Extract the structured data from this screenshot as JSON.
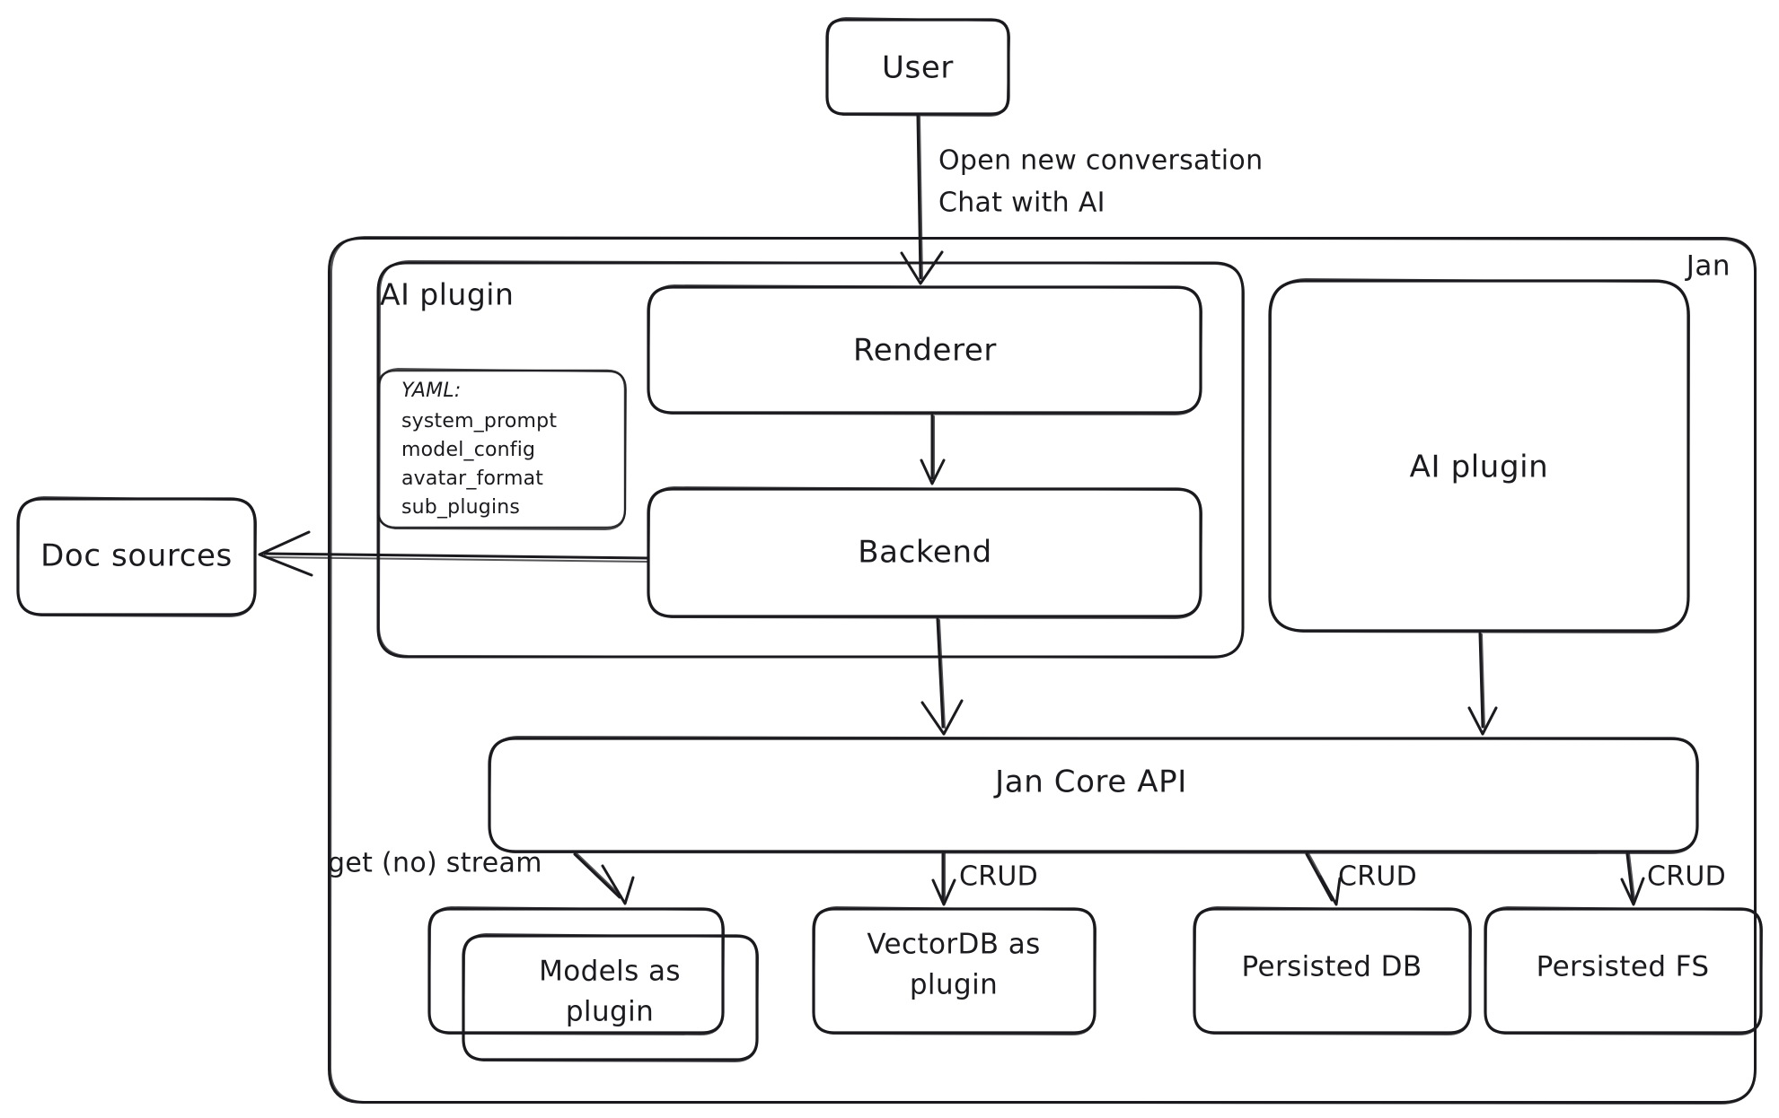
{
  "diagram": {
    "title_label": "Jan",
    "style": {
      "stroke": "#1b1b1f",
      "background": "#ffffff"
    },
    "containers": [
      {
        "id": "jan",
        "label": "Jan"
      },
      {
        "id": "ai-plugin-group",
        "label": "AI plugin"
      }
    ],
    "nodes": [
      {
        "id": "user",
        "label": "User"
      },
      {
        "id": "renderer",
        "label": "Renderer"
      },
      {
        "id": "backend",
        "label": "Backend"
      },
      {
        "id": "ai-plugin",
        "label": "AI plugin"
      },
      {
        "id": "doc-sources",
        "label": "Doc sources"
      },
      {
        "id": "jan-core-api",
        "label": "Jan Core API"
      },
      {
        "id": "models-as-plugin",
        "label": "Models as plugin",
        "line1": "Models as",
        "line2": "plugin"
      },
      {
        "id": "vectordb-as-plugin",
        "label": "VectorDB as plugin",
        "line1": "VectorDB as",
        "line2": "plugin"
      },
      {
        "id": "persisted-db",
        "label": "Persisted DB"
      },
      {
        "id": "persisted-fs",
        "label": "Persisted FS"
      }
    ],
    "yaml_note": {
      "heading": "YAML:",
      "items": [
        "system_prompt",
        "model_config",
        "avatar_format",
        "sub_plugins"
      ]
    },
    "edges": [
      {
        "id": "user-to-renderer",
        "from": "user",
        "to": "renderer",
        "label_line1": "Open new conversation",
        "label_line2": "Chat with AI"
      },
      {
        "id": "renderer-to-backend",
        "from": "renderer",
        "to": "backend",
        "label": ""
      },
      {
        "id": "backend-to-doc-sources",
        "from": "backend",
        "to": "doc-sources",
        "label": ""
      },
      {
        "id": "backend-to-core",
        "from": "backend",
        "to": "jan-core-api",
        "label": ""
      },
      {
        "id": "ai-plugin-to-core",
        "from": "ai-plugin",
        "to": "jan-core-api",
        "label": ""
      },
      {
        "id": "core-to-models",
        "from": "jan-core-api",
        "to": "models-as-plugin",
        "label": "get (no) stream"
      },
      {
        "id": "core-to-vectordb",
        "from": "jan-core-api",
        "to": "vectordb-as-plugin",
        "label": "CRUD"
      },
      {
        "id": "core-to-persisted-db",
        "from": "jan-core-api",
        "to": "persisted-db",
        "label": "CRUD"
      },
      {
        "id": "core-to-persisted-fs",
        "from": "jan-core-api",
        "to": "persisted-fs",
        "label": "CRUD"
      }
    ]
  }
}
